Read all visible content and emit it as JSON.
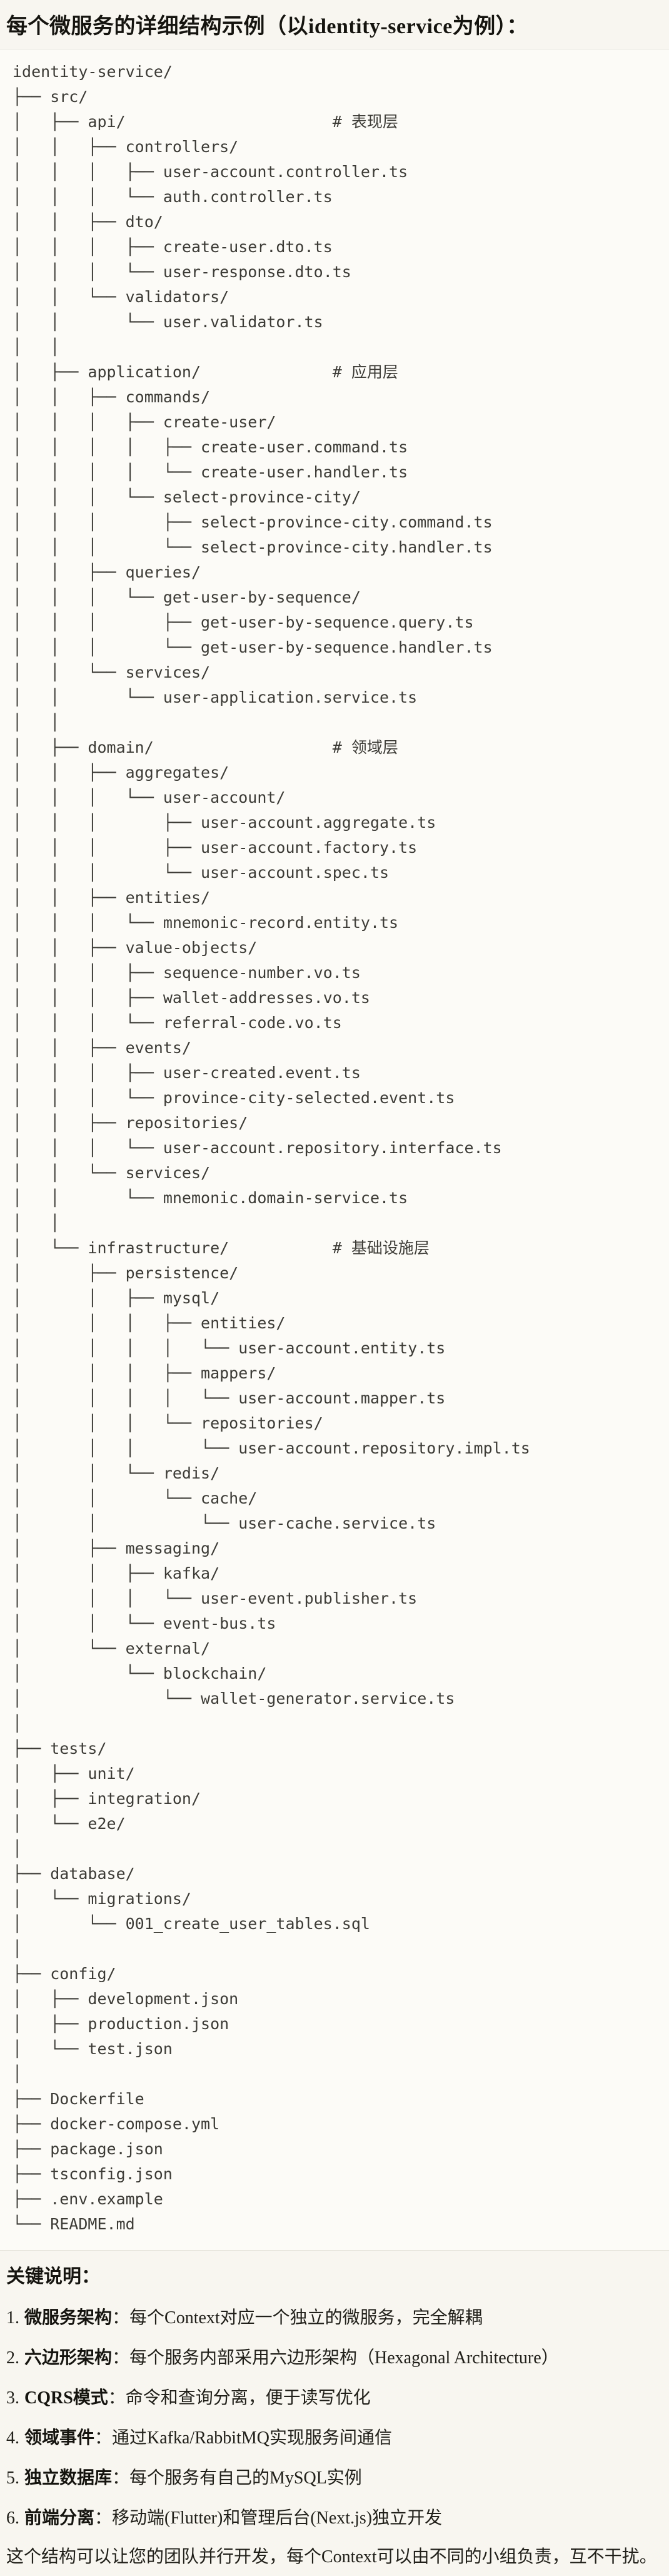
{
  "title": "每个微服务的详细结构示例（以identity-service为例）：",
  "tree_text": "identity-service/\n├── src/\n│   ├── api/                      # 表现层\n│   │   ├── controllers/\n│   │   │   ├── user-account.controller.ts\n│   │   │   └── auth.controller.ts\n│   │   ├── dto/\n│   │   │   ├── create-user.dto.ts\n│   │   │   └── user-response.dto.ts\n│   │   └── validators/\n│   │       └── user.validator.ts\n│   │\n│   ├── application/              # 应用层\n│   │   ├── commands/\n│   │   │   ├── create-user/\n│   │   │   │   ├── create-user.command.ts\n│   │   │   │   └── create-user.handler.ts\n│   │   │   └── select-province-city/\n│   │   │       ├── select-province-city.command.ts\n│   │   │       └── select-province-city.handler.ts\n│   │   ├── queries/\n│   │   │   └── get-user-by-sequence/\n│   │   │       ├── get-user-by-sequence.query.ts\n│   │   │       └── get-user-by-sequence.handler.ts\n│   │   └── services/\n│   │       └── user-application.service.ts\n│   │\n│   ├── domain/                   # 领域层\n│   │   ├── aggregates/\n│   │   │   └── user-account/\n│   │   │       ├── user-account.aggregate.ts\n│   │   │       ├── user-account.factory.ts\n│   │   │       └── user-account.spec.ts\n│   │   ├── entities/\n│   │   │   └── mnemonic-record.entity.ts\n│   │   ├── value-objects/\n│   │   │   ├── sequence-number.vo.ts\n│   │   │   ├── wallet-addresses.vo.ts\n│   │   │   └── referral-code.vo.ts\n│   │   ├── events/\n│   │   │   ├── user-created.event.ts\n│   │   │   └── province-city-selected.event.ts\n│   │   ├── repositories/\n│   │   │   └── user-account.repository.interface.ts\n│   │   └── services/\n│   │       └── mnemonic.domain-service.ts\n│   │\n│   └── infrastructure/           # 基础设施层\n│       ├── persistence/\n│       │   ├── mysql/\n│       │   │   ├── entities/\n│       │   │   │   └── user-account.entity.ts\n│       │   │   ├── mappers/\n│       │   │   │   └── user-account.mapper.ts\n│       │   │   └── repositories/\n│       │   │       └── user-account.repository.impl.ts\n│       │   └── redis/\n│       │       └── cache/\n│       │           └── user-cache.service.ts\n│       ├── messaging/\n│       │   ├── kafka/\n│       │   │   └── user-event.publisher.ts\n│       │   └── event-bus.ts\n│       └── external/\n│           └── blockchain/\n│               └── wallet-generator.service.ts\n│\n├── tests/\n│   ├── unit/\n│   ├── integration/\n│   └── e2e/\n│\n├── database/\n│   └── migrations/\n│       └── 001_create_user_tables.sql\n│\n├── config/\n│   ├── development.json\n│   ├── production.json\n│   └── test.json\n│\n├── Dockerfile\n├── docker-compose.yml\n├── package.json\n├── tsconfig.json\n├── .env.example\n└── README.md",
  "notes": {
    "heading": "关键说明：",
    "items": [
      {
        "num": "1.",
        "label": "微服务架构",
        "text": "：每个Context对应一个独立的微服务，完全解耦"
      },
      {
        "num": "2.",
        "label": "六边形架构",
        "text": "：每个服务内部采用六边形架构（Hexagonal Architecture）"
      },
      {
        "num": "3.",
        "label": "CQRS模式",
        "text": "：命令和查询分离，便于读写优化"
      },
      {
        "num": "4.",
        "label": "领域事件",
        "text": "：通过Kafka/RabbitMQ实现服务间通信"
      },
      {
        "num": "5.",
        "label": "独立数据库",
        "text": "：每个服务有自己的MySQL实例"
      },
      {
        "num": "6.",
        "label": "前端分离",
        "text": "：移动端(Flutter)和管理后台(Next.js)独立开发"
      }
    ],
    "footer": "这个结构可以让您的团队并行开发，每个Context可以由不同的小组负责，互不干扰。"
  }
}
